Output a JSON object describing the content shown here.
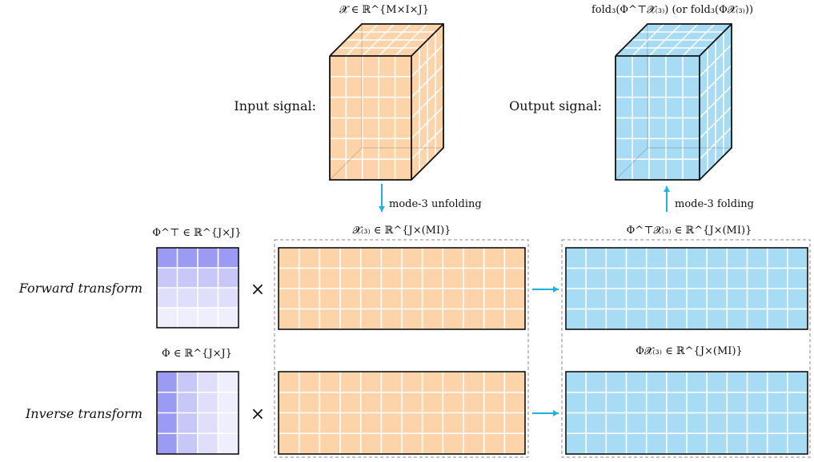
{
  "colors": {
    "orange": "#fdd4aa",
    "blue": "#a8dcf5",
    "phi_strong": "#9b9bf4",
    "phi_mid": "#c7c7f8",
    "phi_light": "#dfdffb",
    "phi_faint": "#eeeefd",
    "arrow": "#1fb2e0",
    "outline": "#111111",
    "dashed": "#8a8a8a"
  },
  "top": {
    "input_label": "Input signal:",
    "output_label": "Output signal:",
    "input_math": "𝓧 ∈ ℝ^{M×I×J}",
    "output_math": "fold₃(Φ^⊤𝓧₍₃₎) (or fold₃(Φ𝓧₍₃₎))",
    "unfold_label": "mode-3 unfolding",
    "fold_label": "mode-3 folding"
  },
  "rows": {
    "forward": {
      "label": "Forward transform",
      "phi_math": "Φ^⊤ ∈ ℝ^{J×J}",
      "x_math": "𝓧₍₃₎ ∈ ℝ^{J×(MI)}",
      "out_math": "Φ^⊤𝓧₍₃₎ ∈ ℝ^{J×(MI)}"
    },
    "inverse": {
      "label": "Inverse transform",
      "phi_math": "Φ ∈ ℝ^{J×J}",
      "out_math": "Φ𝓧₍₃₎ ∈ ℝ^{J×(MI)}"
    }
  },
  "times_symbol": "×"
}
